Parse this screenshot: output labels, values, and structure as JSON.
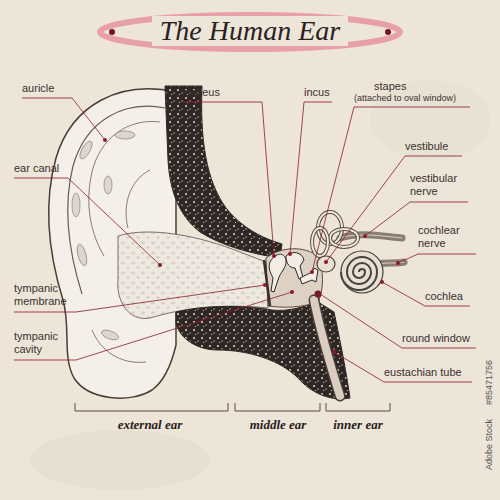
{
  "diagram": {
    "title": "The Human Ear",
    "labels": [
      "auricle",
      "ear canal",
      "tympanic membrane",
      "tympanic cavity",
      "malleus",
      "incus",
      "stapes",
      "(attached to oval window)",
      "vestibule",
      "vestibular nerve",
      "cochlear nerve",
      "cochlea",
      "round window",
      "eustachian tube",
      "external ear",
      "middle ear",
      "inner ear",
      "Adobe Stock",
      "#85471756"
    ]
  }
}
